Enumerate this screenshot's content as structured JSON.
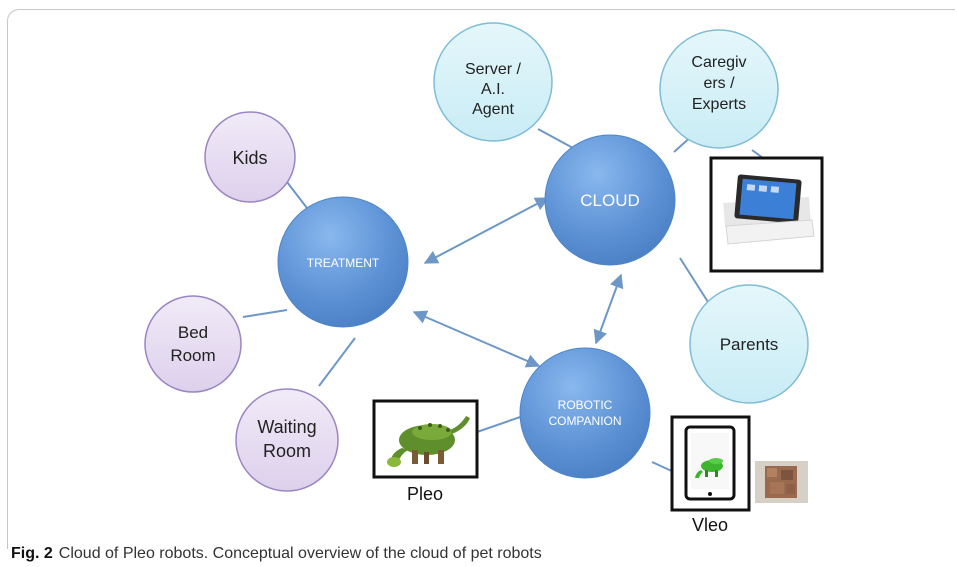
{
  "diagram": {
    "hubs": {
      "treatment": "TREATMENT",
      "cloud": "CLOUD",
      "robotic_companion": [
        "ROBOTIC",
        "COMPANION"
      ]
    },
    "nodes": {
      "kids": [
        "Kids"
      ],
      "bed_room": [
        "Bed",
        "Room"
      ],
      "waiting_room": [
        "Waiting",
        "Room"
      ],
      "server": [
        "Server /",
        "A.I.",
        "Agent"
      ],
      "caregivers": [
        "Caregiv",
        "ers /",
        "Experts"
      ],
      "parents": [
        "Parents"
      ]
    },
    "images": {
      "pleo": "Pleo",
      "vleo": "Vleo"
    },
    "colors": {
      "hub": "#5e93d6",
      "purple_node": "#e6dcf2",
      "purple_border": "#9a86c2",
      "cyan_node": "#d4f1f8",
      "cyan_border": "#7fbcd6",
      "edge": "#6d97c7"
    }
  },
  "caption": {
    "label": "Fig. 2",
    "text": "Cloud of Pleo robots. Conceptual overview of the cloud of pet robots"
  }
}
